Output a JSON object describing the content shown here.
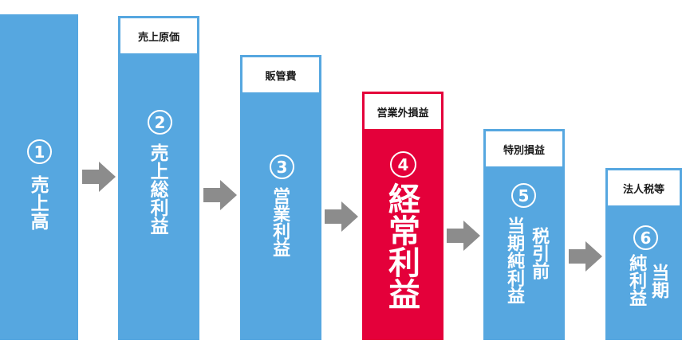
{
  "colors": {
    "blue": "#56a7e0",
    "red": "#e4003a",
    "arrow": "#8c8c8c"
  },
  "steps": [
    {
      "number": "1",
      "label": "売上高",
      "deduction": ""
    },
    {
      "number": "2",
      "label": "売上総利益",
      "deduction": "売上原価"
    },
    {
      "number": "3",
      "label": "営業利益",
      "deduction": "販管費"
    },
    {
      "number": "4",
      "label": "経常利益",
      "deduction": "営業外損益"
    },
    {
      "number": "5",
      "label_col1": "税引前",
      "label_col2": "当期純利益",
      "deduction": "特別損益"
    },
    {
      "number": "6",
      "label_col1": "当期",
      "label_col2": "純利益",
      "deduction": "法人税等"
    }
  ]
}
